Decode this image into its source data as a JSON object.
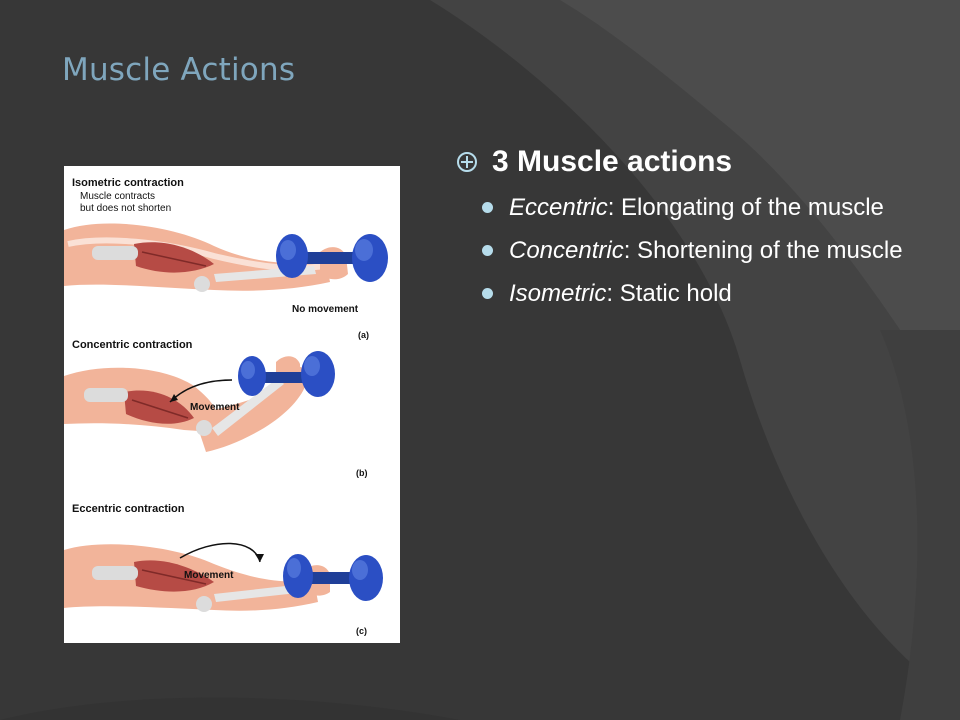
{
  "slide": {
    "title": "Muscle Actions",
    "main_point": "3 Muscle actions",
    "items": [
      {
        "term": "Eccentric",
        "rest": ": Elongating of the muscle"
      },
      {
        "term": "Concentric",
        "rest": ": Shortening of the muscle"
      },
      {
        "term": "Isometric",
        "rest": ": Static hold"
      }
    ]
  },
  "figure": {
    "panels": [
      {
        "heading": "Isometric contraction",
        "note_line1": "Muscle contracts",
        "note_line2": "but does not shorten",
        "caption": "No movement",
        "label": "(a)"
      },
      {
        "heading": "Concentric contraction",
        "caption": "Movement",
        "label": "(b)"
      },
      {
        "heading": "Eccentric contraction",
        "caption": "Movement",
        "label": "(c)"
      }
    ]
  },
  "colors": {
    "background": "#3a3a3a",
    "title": "#7fa6bd",
    "text": "#ffffff",
    "bullet": "#b6dceb",
    "dumbbell": "#2b4fc4"
  },
  "icons": {
    "main_bullet": "circled-plus-icon",
    "sub_bullet": "dot-icon"
  }
}
